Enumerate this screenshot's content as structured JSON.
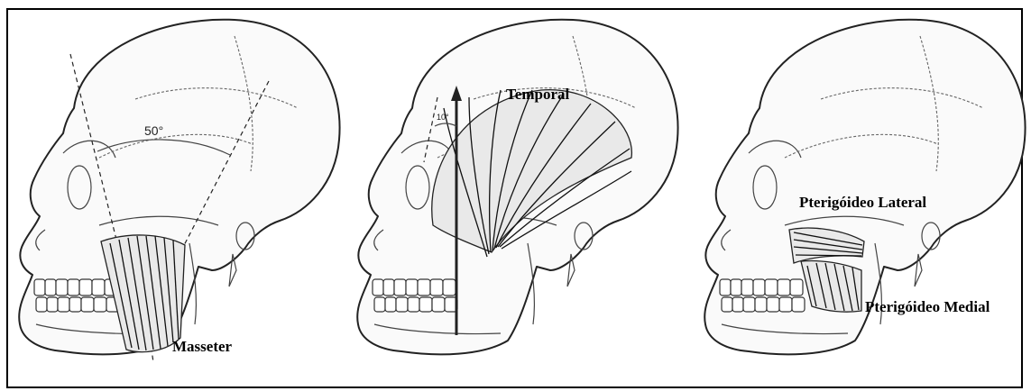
{
  "labels": {
    "masseter": "Masseter",
    "temporal": "Temporal",
    "pterygoid_lateral": "Pterigóideo Lateral",
    "pterygoid_medial": "Pterigóideo Medial"
  },
  "angles": {
    "masseter_angle": "50°",
    "temporal_angle": "10°"
  }
}
